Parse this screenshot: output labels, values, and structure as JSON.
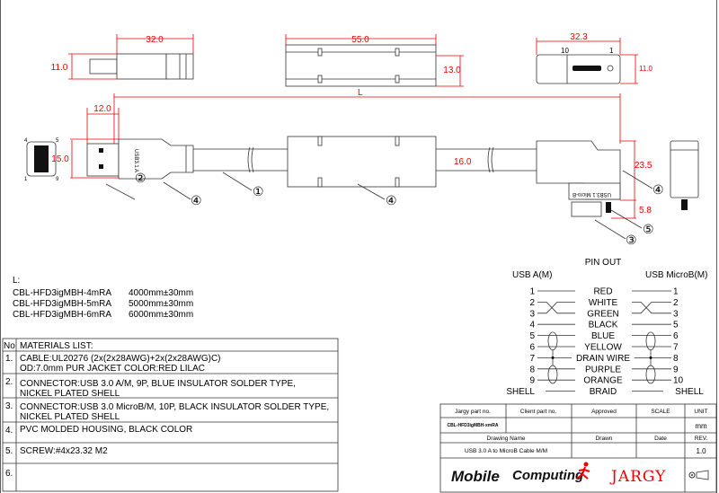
{
  "dimensions": {
    "a_top_width": "32.0",
    "a_top_height": "11.0",
    "housing_width": "55.0",
    "housing_height": "13.0",
    "micro_top_width": "32.3",
    "micro_top_height": "11.0",
    "micro_pin_left": "10",
    "micro_pin_right": "1",
    "length": "L",
    "a_plug_length": "12.0",
    "a_plug_height": "15.0",
    "cable_od": "16.0",
    "micro_body_height": "23.5",
    "micro_plug_height": "5.8",
    "a_pin_labels": [
      "4",
      "5",
      "1",
      "9"
    ]
  },
  "callouts": [
    "②",
    "④",
    "①",
    "④",
    "④",
    "⑤",
    "③"
  ],
  "connector_marks": {
    "a": "USB3.1 A",
    "micro": "USB3.1 Micro-B"
  },
  "lengths": {
    "label": "L:",
    "items": [
      {
        "part": "CBL-HFD3igMBH-4mRA",
        "length": "4000mm±30mm"
      },
      {
        "part": "CBL-HFD3igMBH-5mRA",
        "length": "5000mm±30mm"
      },
      {
        "part": "CBL-HFD3igMBH-6mRA",
        "length": "6000mm±30mm"
      }
    ]
  },
  "materials": {
    "no_header": "No",
    "title": "MATERIALS LIST:",
    "rows": [
      {
        "no": "1.",
        "line1": "CABLE:UL20276 (2x(2x28AWG)+2x(2x28AWG)C)",
        "line2": "OD:7.0mm  PUR JACKET COLOR:RED LILAC"
      },
      {
        "no": "2.",
        "line1": "CONNECTOR:USB 3.0 A/M, 9P, BLUE INSULATOR SOLDER TYPE,",
        "line2": "NICKEL PLATED SHELL"
      },
      {
        "no": "3.",
        "line1": "CONNECTOR:USB 3.0 MicroB/M, 10P, BLACK INSULATOR SOLDER TYPE,",
        "line2": "NICKEL PLATED SHELL"
      },
      {
        "no": "4.",
        "line1": "PVC MOLDED HOUSING, BLACK COLOR",
        "line2": ""
      },
      {
        "no": "5.",
        "line1": "SCREW:#4x23.32 M2",
        "line2": ""
      },
      {
        "no": "6.",
        "line1": "",
        "line2": ""
      }
    ]
  },
  "pinout": {
    "title": "PIN OUT",
    "left_header": "USB A(M)",
    "right_header": "USB MicroB(M)",
    "rows": [
      {
        "left": "1",
        "wire": "RED",
        "right": "1"
      },
      {
        "left": "2",
        "wire": "WHITE",
        "right": "2"
      },
      {
        "left": "3",
        "wire": "GREEN",
        "right": "3"
      },
      {
        "left": "4",
        "wire": "BLACK",
        "right": "5"
      },
      {
        "left": "5",
        "wire": "BLUE",
        "right": "6"
      },
      {
        "left": "6",
        "wire": "YELLOW",
        "right": "7"
      },
      {
        "left": "7",
        "wire": "DRAIN WIRE",
        "right": "8"
      },
      {
        "left": "8",
        "wire": "PURPLE",
        "right": "9"
      },
      {
        "left": "9",
        "wire": "ORANGE",
        "right": "10"
      },
      {
        "left": "SHELL",
        "wire": "BRAID",
        "right": "SHELL"
      }
    ]
  },
  "title_block": {
    "jargy_part_label": "Jargy part no.",
    "client_part_label": "Client part no.",
    "approved_label": "Approved",
    "scale_label": "SCALE",
    "unit_label": "UNIT",
    "jargy_part": "CBL-HFD3igMBH-xmRA",
    "unit": "mm",
    "drawing_name_label": "Drawing Name",
    "drawn_label": "Drawn",
    "date_label": "Date",
    "rev_label": "REV.",
    "drawing_name": "USB 3.0 A to MicroB Cable M/M",
    "rev": "1.0",
    "logo_mobile": "Mobile",
    "logo_computing": "Computing",
    "logo_jargy": "JARGY"
  },
  "colors": {
    "dimension": "#ee0000",
    "line": "#333333"
  }
}
